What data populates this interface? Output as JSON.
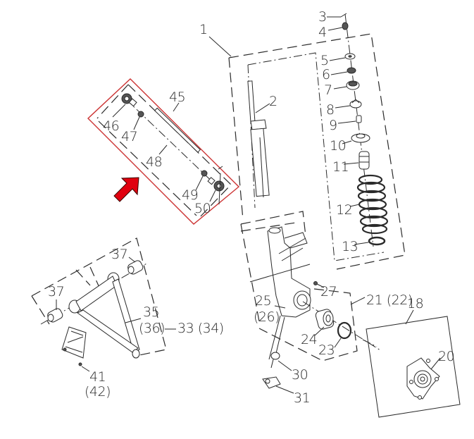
{
  "diagram": {
    "type": "exploded-parts-diagram",
    "subject": "front suspension / steering knuckle assembly",
    "colors": {
      "line": "#2a2a2a",
      "highlight_box": "#cc3333",
      "highlight_arrow": "#e0000f",
      "arrow_outline": "#3a0000",
      "background": "#ffffff"
    },
    "highlight": {
      "description": "red rectangle around tie rod assembly (parts 45-50) with red arrow pointing to it",
      "parts": [
        "45",
        "46",
        "47",
        "48",
        "49",
        "50"
      ]
    },
    "labels": {
      "p1": "1",
      "p2": "2",
      "p3": "3",
      "p4": "4",
      "p5": "5",
      "p6": "6",
      "p7": "7",
      "p8": "8",
      "p9": "9",
      "p10": "10",
      "p11": "11",
      "p12": "12",
      "p13": "13",
      "p18": "18",
      "p20": "20",
      "p21": "21 (22)",
      "p23": "23",
      "p24": "24",
      "p25": "25",
      "p26": "(26)",
      "p27": "27",
      "p30": "30",
      "p31": "31",
      "p33": "33 (34)",
      "p35": "35",
      "p36": "(36)",
      "p37a": "37",
      "p37b": "37",
      "p41": "41",
      "p42": "(42)",
      "p45": "45",
      "p46": "46",
      "p47": "47",
      "p48": "48",
      "p49": "49",
      "p50": "50"
    },
    "groups": [
      {
        "id": "shock-absorber-assembly",
        "label": "1",
        "parts": [
          "2",
          "3",
          "4",
          "5",
          "6",
          "7",
          "8",
          "9",
          "10",
          "11",
          "12",
          "13"
        ]
      },
      {
        "id": "tie-rod-assembly",
        "label": "45",
        "parts": [
          "46",
          "47",
          "48",
          "49",
          "50"
        ]
      },
      {
        "id": "steering-knuckle-assembly",
        "label": "21 (22)",
        "parts": [
          "23",
          "24",
          "25",
          "26",
          "27"
        ]
      },
      {
        "id": "hub-assembly",
        "label": "18",
        "parts": [
          "20"
        ]
      },
      {
        "id": "lower-a-arm-assembly",
        "label": "33 (34)",
        "parts": [
          "35",
          "36",
          "37",
          "41",
          "42"
        ]
      }
    ]
  }
}
